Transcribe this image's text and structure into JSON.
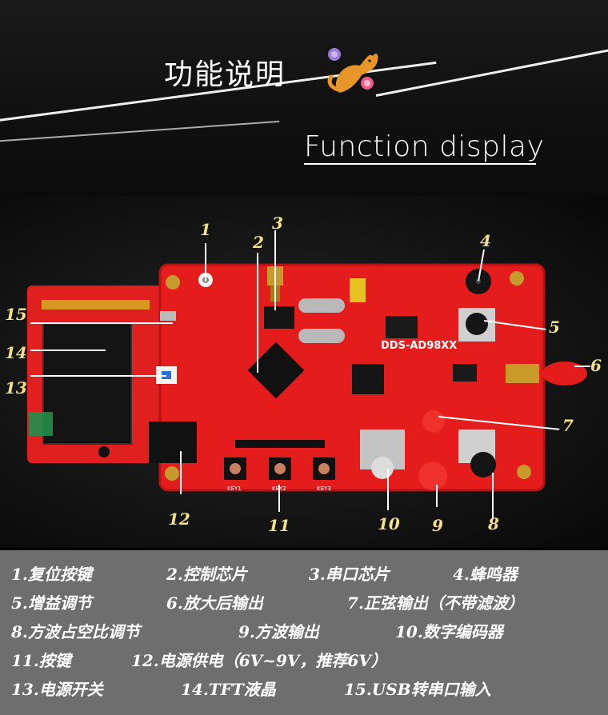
{
  "header": {
    "title_cn": "功能说明",
    "title_en": "Function display"
  },
  "board": {
    "silk_label": "DDS-AD98XX",
    "key_labels": [
      "KEY1",
      "KEY2",
      "KEY3"
    ]
  },
  "callouts": [
    "1",
    "2",
    "3",
    "4",
    "5",
    "6",
    "7",
    "8",
    "9",
    "10",
    "11",
    "12",
    "13",
    "14",
    "15"
  ],
  "legend": {
    "line1": [
      "1.复位按键",
      "2.控制芯片",
      "3.串口芯片",
      "4.蜂鸣器"
    ],
    "line2": [
      "5.增益调节",
      "6.放大后输出",
      "7.正弦输出（不带滤波）"
    ],
    "line3": [
      "8.方波占空比调节",
      "9.方波输出",
      "10.数字编码器"
    ],
    "line4": [
      "11.按键",
      "12.电源供电（6V~9V，推荐6V）"
    ],
    "line5": [
      "13.电源开关",
      "14.TFT液晶",
      "15.USB转串口输入"
    ]
  },
  "colors": {
    "pcb": "#e41c1c",
    "callout_text": "#f2e08a",
    "panel": "#6e6e6e"
  }
}
